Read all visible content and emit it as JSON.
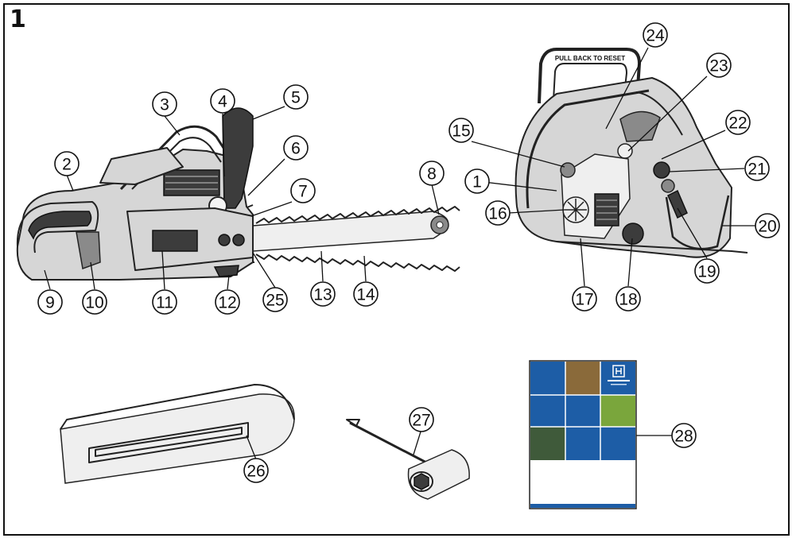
{
  "figure": {
    "number": "1"
  },
  "illustrations": {
    "chainsaw_side": "chainsaw-side-view",
    "chainsaw_front": "chainsaw-front-view",
    "bar_guard": "bar-guard",
    "combination_spanner": "combination-spanner",
    "manual_booklet": "operator-manual"
  },
  "callouts": [
    {
      "id": "1",
      "label": "1"
    },
    {
      "id": "2",
      "label": "2"
    },
    {
      "id": "3",
      "label": "3"
    },
    {
      "id": "4",
      "label": "4"
    },
    {
      "id": "5",
      "label": "5"
    },
    {
      "id": "6",
      "label": "6"
    },
    {
      "id": "7",
      "label": "7"
    },
    {
      "id": "8",
      "label": "8"
    },
    {
      "id": "9",
      "label": "9"
    },
    {
      "id": "10",
      "label": "10"
    },
    {
      "id": "11",
      "label": "11"
    },
    {
      "id": "12",
      "label": "12"
    },
    {
      "id": "13",
      "label": "13"
    },
    {
      "id": "14",
      "label": "14"
    },
    {
      "id": "15",
      "label": "15"
    },
    {
      "id": "16",
      "label": "16"
    },
    {
      "id": "17",
      "label": "17"
    },
    {
      "id": "18",
      "label": "18"
    },
    {
      "id": "19",
      "label": "19"
    },
    {
      "id": "20",
      "label": "20"
    },
    {
      "id": "21",
      "label": "21"
    },
    {
      "id": "22",
      "label": "22"
    },
    {
      "id": "23",
      "label": "23"
    },
    {
      "id": "24",
      "label": "24"
    },
    {
      "id": "25",
      "label": "25"
    },
    {
      "id": "26",
      "label": "26"
    },
    {
      "id": "27",
      "label": "27"
    },
    {
      "id": "28",
      "label": "28"
    }
  ],
  "decals": {
    "starter_text": "PULL BACK TO RESET"
  },
  "colors": {
    "line": "#222222",
    "manual_blue": "#1d5da6",
    "manual_green": "#7aa63c",
    "manual_brown": "#8a6a3a",
    "manual_white": "#ffffff"
  }
}
